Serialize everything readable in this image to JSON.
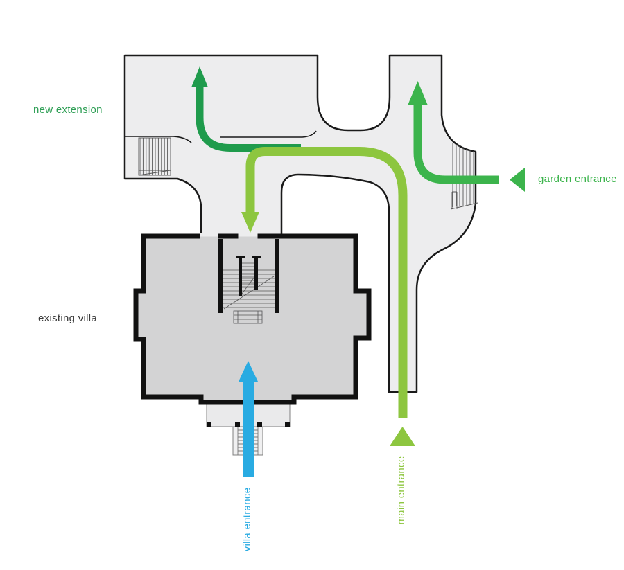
{
  "diagram": {
    "type": "architecture-circulation-plan",
    "labels": {
      "new_extension": "new extension",
      "existing_villa": "existing villa",
      "garden_entrance": "garden entrance",
      "main_entrance": "main entrance",
      "villa_entrance": "villa entrance"
    },
    "colors": {
      "dark_green": "#1f9b4c",
      "medium_green": "#3cb44c",
      "light_green": "#8dc63f",
      "blue": "#29abe2",
      "extension_fill": "#ededee",
      "villa_fill": "#d3d3d4",
      "outline": "#1a1a1a",
      "new_extension_label": "#2d9e54",
      "existing_villa_label": "#3a3a3a"
    },
    "arrows": [
      {
        "name": "villa-entrance-arrow",
        "color_key": "blue",
        "direction": "up into villa from south portico"
      },
      {
        "name": "main-entrance-arrow",
        "color_key": "light_green",
        "direction": "up corridor, left, down into villa stair hall"
      },
      {
        "name": "garden-entrance-arrow",
        "color_key": "medium_green",
        "direction": "in from east, up through north corridor"
      },
      {
        "name": "extension-circulation-arrow",
        "color_key": "dark_green",
        "direction": "west then up through extension"
      }
    ]
  }
}
